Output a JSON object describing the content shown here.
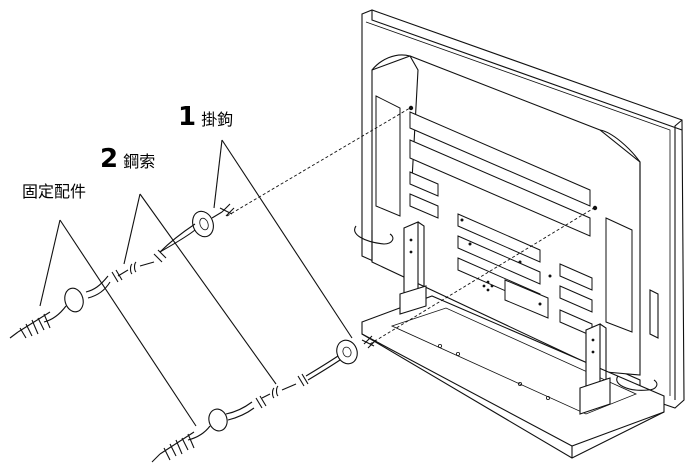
{
  "labels": {
    "item1": {
      "number": "1",
      "text": "掛鉤"
    },
    "item2": {
      "number": "2",
      "text": "鋼索"
    },
    "item3": {
      "text": "固定配件"
    }
  },
  "icons": [
    "tv-back-panel",
    "stand-base",
    "hook-eye-bolt",
    "wire-cable",
    "wall-fixing-screw"
  ],
  "colors": {
    "line": "#111111",
    "background": "#ffffff"
  }
}
